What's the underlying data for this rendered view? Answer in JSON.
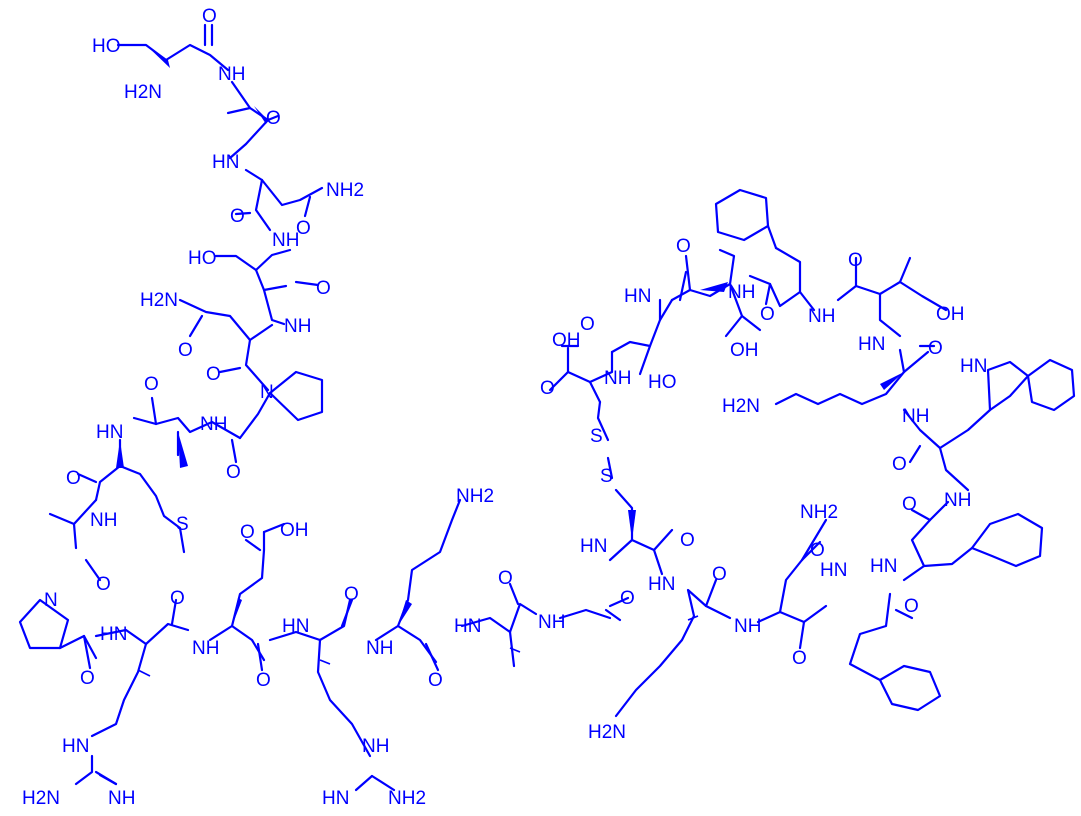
{
  "colors": {
    "ink": "#0000FF",
    "background": "#FFFFFF"
  },
  "labels": {
    "ho": "HO",
    "h2n": "H2N",
    "nh": "NH",
    "hn": "HN",
    "o": "O",
    "n": "N",
    "nh2": "NH2",
    "s": "S",
    "oh": "OH",
    "hn_imine": "HN",
    "nh_imine": "NH"
  }
}
